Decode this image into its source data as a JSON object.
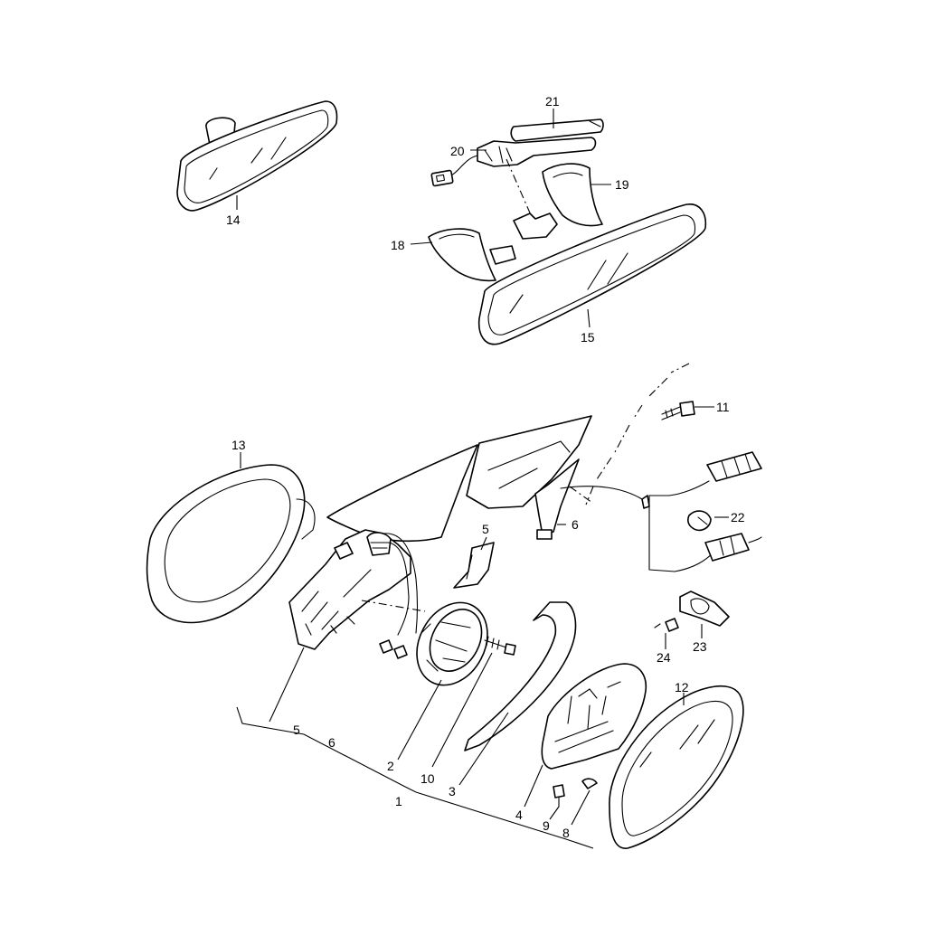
{
  "labels": {
    "l1": "1",
    "l2": "2",
    "l3": "3",
    "l4": "4",
    "l5a": "5",
    "l5b": "5",
    "l6a": "6",
    "l6b": "6",
    "l8": "8",
    "l9": "9",
    "l10": "10",
    "l11": "11",
    "l12": "12",
    "l13": "13",
    "l14": "14",
    "l15": "15",
    "l18": "18",
    "l19": "19",
    "l20": "20",
    "l21": "21",
    "l22": "22",
    "l23": "23",
    "l24": "24"
  }
}
